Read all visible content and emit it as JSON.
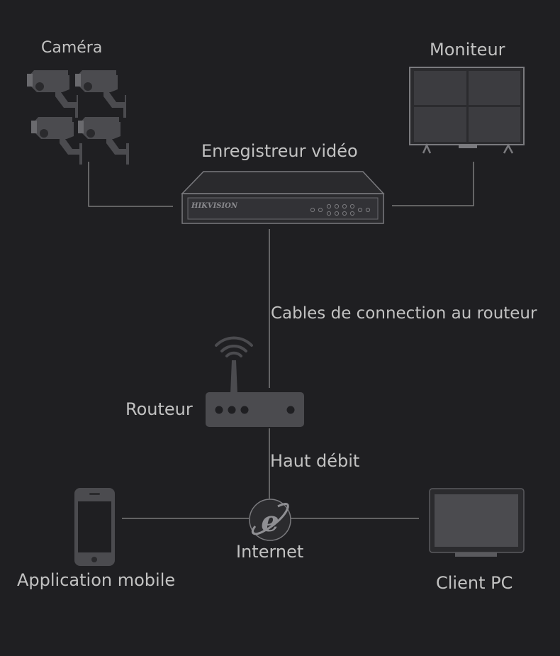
{
  "diagram": {
    "labels": {
      "camera": "Caméra",
      "monitor": "Moniteur",
      "recorder": "Enregistreur vidéo",
      "recorder_brand": "HIKVISION",
      "cables": "Cables de connection au routeur",
      "router": "Routeur",
      "bandwidth": "Haut débit",
      "internet": "Internet",
      "mobile_app": "Application mobile",
      "pc_client": "Client PC"
    },
    "icons": {
      "cameras": "cctv-camera-icon",
      "monitor": "monitor-icon",
      "recorder": "nvr-icon",
      "router": "router-icon",
      "wifi": "wifi-icon",
      "internet": "internet-explorer-icon",
      "phone": "smartphone-icon",
      "pc": "pc-monitor-icon"
    },
    "colors": {
      "background": "#1f1f22",
      "device": "#4b4b4f",
      "line": "#8a8a8a",
      "text": "#c2c2c2"
    }
  }
}
